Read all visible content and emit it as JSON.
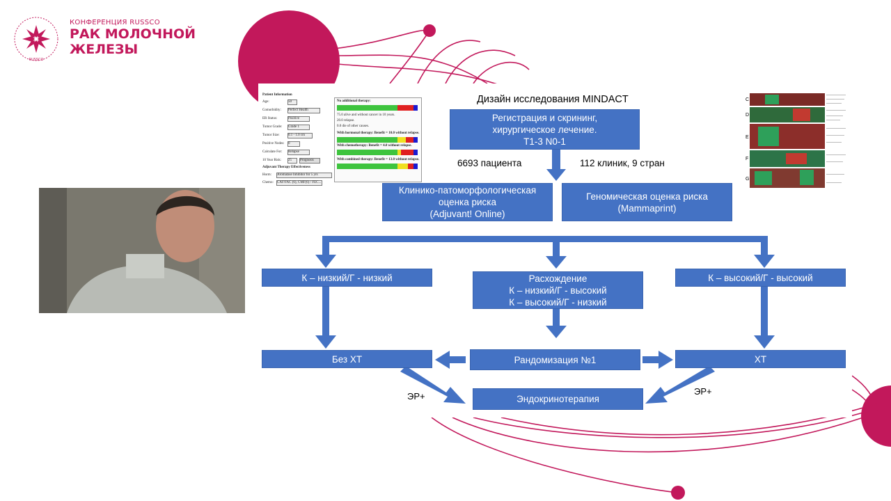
{
  "header": {
    "conference_label": "КОНФЕРЕНЦИЯ RUSSCO",
    "title_line1": "РАК МОЛОЧНОЙ",
    "title_line2": "ЖЕЛЕЗЫ",
    "logo_ring_text": "RUSSCO"
  },
  "colors": {
    "brand": "#c2185b",
    "box_blue": "#4472c4"
  },
  "slide": {
    "title": "Дизайн исследования MINDACT",
    "registration_box": [
      "Регистрация и скрининг,",
      "хирургическое лечение.",
      "T1-3 N0-1"
    ],
    "patients": "6693 пациента",
    "clinics": "112 клиник, 9 стран",
    "clinical_risk_box": [
      "Клинико-патоморфологическая",
      "оценка риска",
      "(Adjuvant! Online)"
    ],
    "genomic_risk_box": [
      "Геномическая оценка риска",
      "(Mammaprint)"
    ],
    "low_low": "К – низкий/Г - низкий",
    "discordance_box": [
      "Расхождение",
      "К – низкий/Г - высокий",
      "К – высокий/Г - низкий"
    ],
    "high_high": "К – высокий/Г - высокий",
    "no_chemo": "Без ХТ",
    "randomization": "Рандомизация №1",
    "chemo": "ХТ",
    "endocrine": "Эндокринотерапия",
    "er_left": "ЭР+",
    "er_right": "ЭР+",
    "calculator": {
      "header": "Patient Information",
      "fields": [
        "Age:",
        "Comorbidity:",
        "ER Status:",
        "Tumor Grade:",
        "Tumor Size:",
        "Positive Nodes:",
        "Calculate For:",
        "10 Year Risk:"
      ],
      "values": [
        "50",
        "Perfect Health",
        "Positive",
        "Grade 1",
        "0.1 - 1.0 cm",
        "0",
        "Relapse",
        "25"
      ],
      "prognosis_button": "Prognosis",
      "section2": "Adjuvant Therapy Effectiveness",
      "rows2": [
        "Horm:",
        "Chemo:"
      ],
      "values2": [
        "Aromatase Inhibitor for 5 yrs",
        "CAF/FAC (6), CMF(6) / FEC..."
      ],
      "results": {
        "title": "No additional therapy:",
        "legend": [
          "75.0 alive and without cancer in 10 years.",
          "20.0 relapse.",
          "0.0 die of other causes."
        ],
        "hormonal": "With hormonal therapy:   Benefit = 10.0 without relapse.",
        "chemo": "With chemotherapy:   Benefit = 4.0 without relapse.",
        "combined": "With combined therapy:   Benefit = 13.0 without relapse."
      }
    },
    "heatmap_labels": [
      "C",
      "D",
      "E",
      "F",
      "G"
    ]
  }
}
